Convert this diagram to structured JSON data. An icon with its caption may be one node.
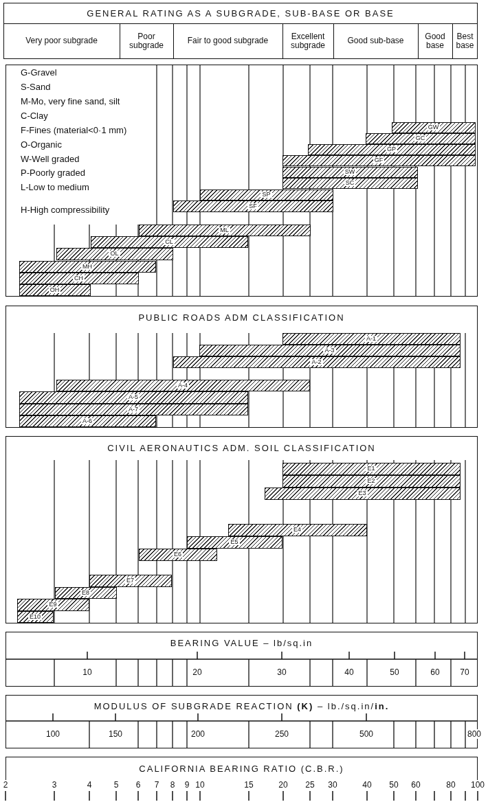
{
  "diagram": {
    "nodes": [
      {
        "text": [
          "GENERAL RATING AS A SUBGRADE, SUB-BASE OR BASE"
        ]
      },
      {
        "text": [
          "Very poor subgrade"
        ],
        "in": 0
      },
      {
        "text": [
          "Poor subgrade"
        ],
        "in": 0
      },
      {
        "text": [
          "Fair to good subgrade"
        ],
        "in": 0
      },
      {
        "text": [
          "Excellent subgrade"
        ],
        "in": 0
      },
      {
        "text": [
          "Good sub-base"
        ],
        "in": 0
      },
      {
        "text": [
          "Good base"
        ],
        "in": 0
      },
      {
        "text": [
          "Best base"
        ],
        "in": 0
      },
      {
        "text": [],
        "shape": "box"
      },
      {
        "text": [
          "GW"
        ],
        "in": 8
      },
      {
        "text": [
          "GC"
        ],
        "in": 8
      },
      {
        "text": [
          "GP"
        ],
        "in": 8
      },
      {
        "text": [
          "GF"
        ],
        "in": 8
      },
      {
        "text": [
          "SW"
        ],
        "in": 8
      },
      {
        "text": [
          "SC"
        ],
        "in": 8
      },
      {
        "text": [
          "SP"
        ],
        "in": 8
      },
      {
        "text": [
          "SF"
        ],
        "in": 8
      },
      {
        "text": [
          "ML"
        ],
        "in": 8
      },
      {
        "text": [
          "CL"
        ],
        "in": 8
      },
      {
        "text": [
          "OL"
        ],
        "in": 8
      },
      {
        "text": [
          "MH"
        ],
        "in": 8
      },
      {
        "text": [
          "CH"
        ],
        "in": 8
      },
      {
        "text": [
          "OH"
        ],
        "in": 8
      },
      {
        "text": [
          "PUBLIC ROADS ADM CLASSIFICATION"
        ]
      },
      {
        "text": [
          "A-1"
        ],
        "in": 23
      },
      {
        "text": [
          "A-3"
        ],
        "in": 23
      },
      {
        "text": [
          "A-2"
        ],
        "in": 23
      },
      {
        "text": [
          "A-4"
        ],
        "in": 23
      },
      {
        "text": [
          "A-5"
        ],
        "in": 23
      },
      {
        "text": [
          "A-7"
        ],
        "in": 23
      },
      {
        "text": [
          "A-6"
        ],
        "in": 23
      },
      {
        "text": [
          "CIVIL AERONAUTICS ADM. SOIL CLASSIFICATION"
        ]
      },
      {
        "text": [
          "E1"
        ],
        "in": 31
      },
      {
        "text": [
          "E2"
        ],
        "in": 31
      },
      {
        "text": [
          "E3"
        ],
        "in": 31
      },
      {
        "text": [
          "E4"
        ],
        "in": 31
      },
      {
        "text": [
          "E5"
        ],
        "in": 31
      },
      {
        "text": [
          "E6"
        ],
        "in": 31
      },
      {
        "text": [
          "E7"
        ],
        "in": 31
      },
      {
        "text": [
          "E8"
        ],
        "in": 31
      },
      {
        "text": [
          "E9"
        ],
        "in": 31
      },
      {
        "text": [
          "E10"
        ],
        "in": 31
      },
      {
        "text": [
          "BEARING VALUE – lb/sq.in"
        ]
      },
      {
        "text": [
          "MODULUS OF SUBGRADE REACTION **(K)** – lb./sq.in/**in.**"
        ]
      },
      {
        "text": [
          "CALIFORNIA BEARING RATIO (C.B.R.)"
        ]
      }
    ],
    "edges": [],
    "labels": [
      "G-Gravel",
      "S-Sand",
      "M-Mo, very fine sand, silt",
      "C-Clay",
      "F-Fines (material<0·1 mm)",
      "O-Organic",
      "W-Well graded",
      "P-Poorly graded",
      "L-Low to medium",
      "H-High compressibility",
      "10",
      "20",
      "30",
      "40",
      "50",
      "60",
      "70",
      "100",
      "150",
      "200",
      "250",
      "500",
      "800",
      "2",
      "3",
      "4",
      "5",
      "6",
      "7",
      "8",
      "9",
      "10",
      "15",
      "20",
      "25",
      "30",
      "40",
      "50",
      "60",
      "80",
      "100"
    ]
  }
}
